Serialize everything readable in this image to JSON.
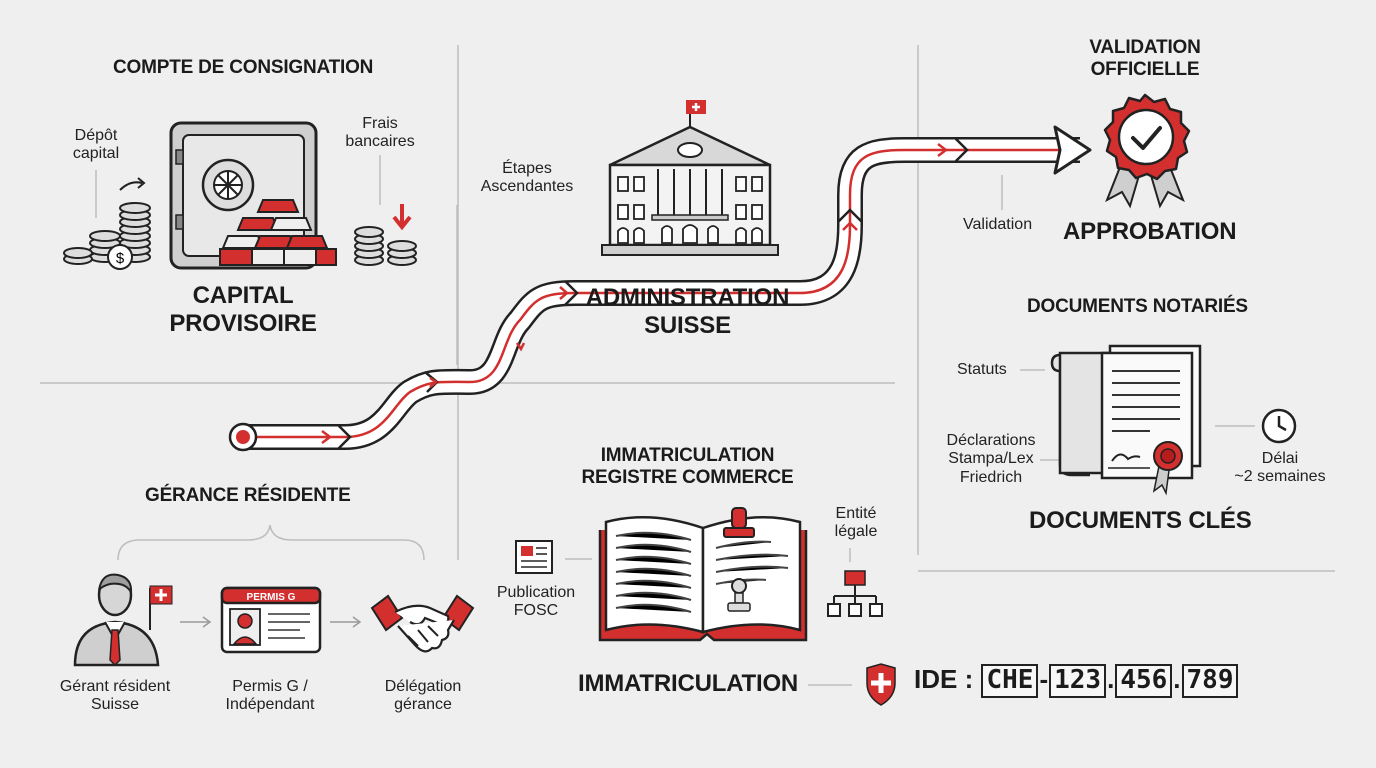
{
  "colors": {
    "accent": "#d32f2f",
    "ink": "#1b1b1b",
    "grey": "#8a8a8a",
    "background": "#efefef"
  },
  "consignation": {
    "title": "COMPTE DE CONSIGNATION",
    "deposit_label": "Dépôt\ncapital",
    "fees_label": "Frais\nbancaires",
    "main_label": "CAPITAL\nPROVISOIRE"
  },
  "administration": {
    "steps_label": "Étapes\nAscendantes",
    "main_label": "ADMINISTRATION\nSUISSE"
  },
  "validation": {
    "title": "VALIDATION\nOFFICIELLE",
    "arrow_label": "Validation",
    "main_label": "APPROBATION"
  },
  "documents": {
    "title": "DOCUMENTS NOTARIÉS",
    "statuts_label": "Statuts",
    "declarations_label": "Déclarations\nStampa/Lex\nFriedrich",
    "delay_label": "Délai\n~2 semaines",
    "main_label": "DOCUMENTS CLÉS"
  },
  "gerance": {
    "title": "GÉRANCE RÉSIDENTE",
    "manager_label": "Gérant résident\nSuisse",
    "permit_card_title": "PERMIS G",
    "permit_label": "Permis G /\nIndépendant",
    "delegation_label": "Délégation\ngérance"
  },
  "registre": {
    "title": "IMMATRICULATION\nREGISTRE COMMERCE",
    "publication_label": "Publication\nFOSC",
    "entity_label": "Entité\nlégale",
    "main_label": "IMMATRICULATION",
    "ide_label": "IDE :",
    "ide_parts": [
      "CHE",
      "-",
      "123",
      ".",
      "456",
      ".",
      "789"
    ]
  },
  "icons": [
    "safe-icon",
    "coins-icon",
    "gold-bars-icon",
    "building-icon",
    "swiss-flag-icon",
    "certificate-seal-icon",
    "documents-icon",
    "clock-icon",
    "manager-avatar-icon",
    "permit-card-icon",
    "handshake-icon",
    "register-book-icon",
    "newspaper-icon",
    "org-chart-icon",
    "swiss-shield-icon"
  ]
}
